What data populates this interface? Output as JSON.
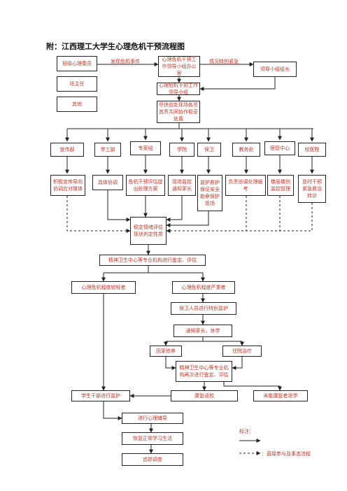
{
  "title": "附：江西理工大学生心理危机干预流程图",
  "reporters": {
    "class_committee": "班级心理委员",
    "head_teacher": "班主任",
    "others": "其他"
  },
  "labels": {
    "discover": "发现危机事件",
    "urgent": "情况特别紧急"
  },
  "office": "心理危机干预工作领导小组办公室",
  "leader": "领导小组组长",
  "group": "心理危机干预工作领导小组",
  "on_site": "尽快前赴现场各尽其责共同协作稳妥处置",
  "departments": [
    "宣传部",
    "学工部",
    "专家组",
    "学院",
    "保卫",
    "教务处",
    "宿管中心",
    "校医院"
  ],
  "actions": [
    "积极宣传导向协调应对媒体",
    "具体协调",
    "危机干预评估提出处理方案",
    "现场监控通知家长",
    "监护救护保证安全勘察保护现场",
    "负责协调处理缓考",
    "楼层楼别监控管理",
    "及时干预紧急救治转诊"
  ],
  "stabilize": "稳定情绪评估现状判定性质",
  "assess": "精神卫生中心等专业机构进行鉴定、评估",
  "mild": "心理危机程度较轻者",
  "severe": "心理危机程度严重者",
  "guard": "保卫人员进行特别监护",
  "notify": "通知家长，休学",
  "home": "回家修养",
  "hospital": "住院治疗",
  "reassess": "精神卫生中心等专业机构再次进行鉴定、评估",
  "monitor": "学生干部进行监护",
  "recover": "康复返校",
  "not_recover": "未能康复者退学",
  "counsel": "进行心理辅导",
  "resume": "恢复正常学习生活",
  "followup": "追踪调查",
  "legend": {
    "title": "标注：",
    "dashed": "：直接参与及事态流程"
  },
  "colors": {
    "text": "#c0392b",
    "line": "#222222"
  }
}
